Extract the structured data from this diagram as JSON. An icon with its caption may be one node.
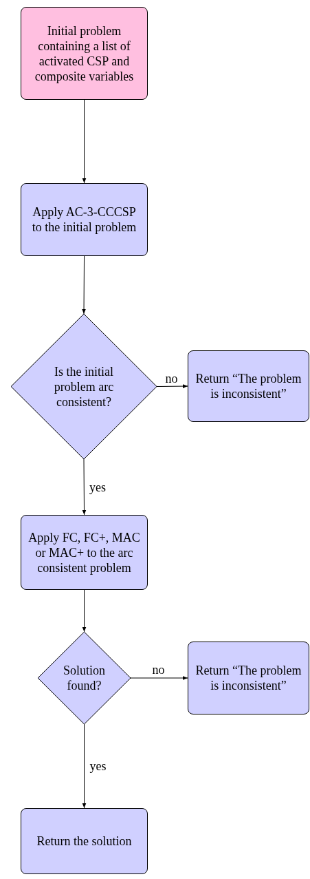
{
  "diagram": {
    "nodes": [
      {
        "text": [
          "Initial problem containing a list of activated CSP and composite variables"
        ]
      },
      {
        "text": [
          "Apply AC-3-CCCSP to the initial problem"
        ]
      },
      {
        "text": [
          "Is the initial problem arc consistent?"
        ]
      },
      {
        "text": [
          "Return “The problem is inconsistent”"
        ]
      },
      {
        "text": [
          "Apply FC, FC+, MAC or MAC+ to the arc consistent problem"
        ]
      },
      {
        "text": [
          "Solution found?"
        ]
      },
      {
        "text": [
          "Return “The problem is inconsistent”"
        ]
      },
      {
        "text": [
          "Return the solution"
        ]
      }
    ],
    "edges": [
      {
        "from": 0,
        "to": 1,
        "arrow": "to"
      },
      {
        "from": 1,
        "to": 2,
        "arrow": "to"
      },
      {
        "from": 2,
        "to": 3,
        "arrow": "to",
        "label": "no"
      },
      {
        "from": 2,
        "to": 4,
        "arrow": "to",
        "label": "yes"
      },
      {
        "from": 4,
        "to": 5,
        "arrow": "to"
      },
      {
        "from": 5,
        "to": 6,
        "arrow": "to",
        "label": "no"
      },
      {
        "from": 5,
        "to": 7,
        "arrow": "to",
        "label": "yes"
      }
    ]
  }
}
